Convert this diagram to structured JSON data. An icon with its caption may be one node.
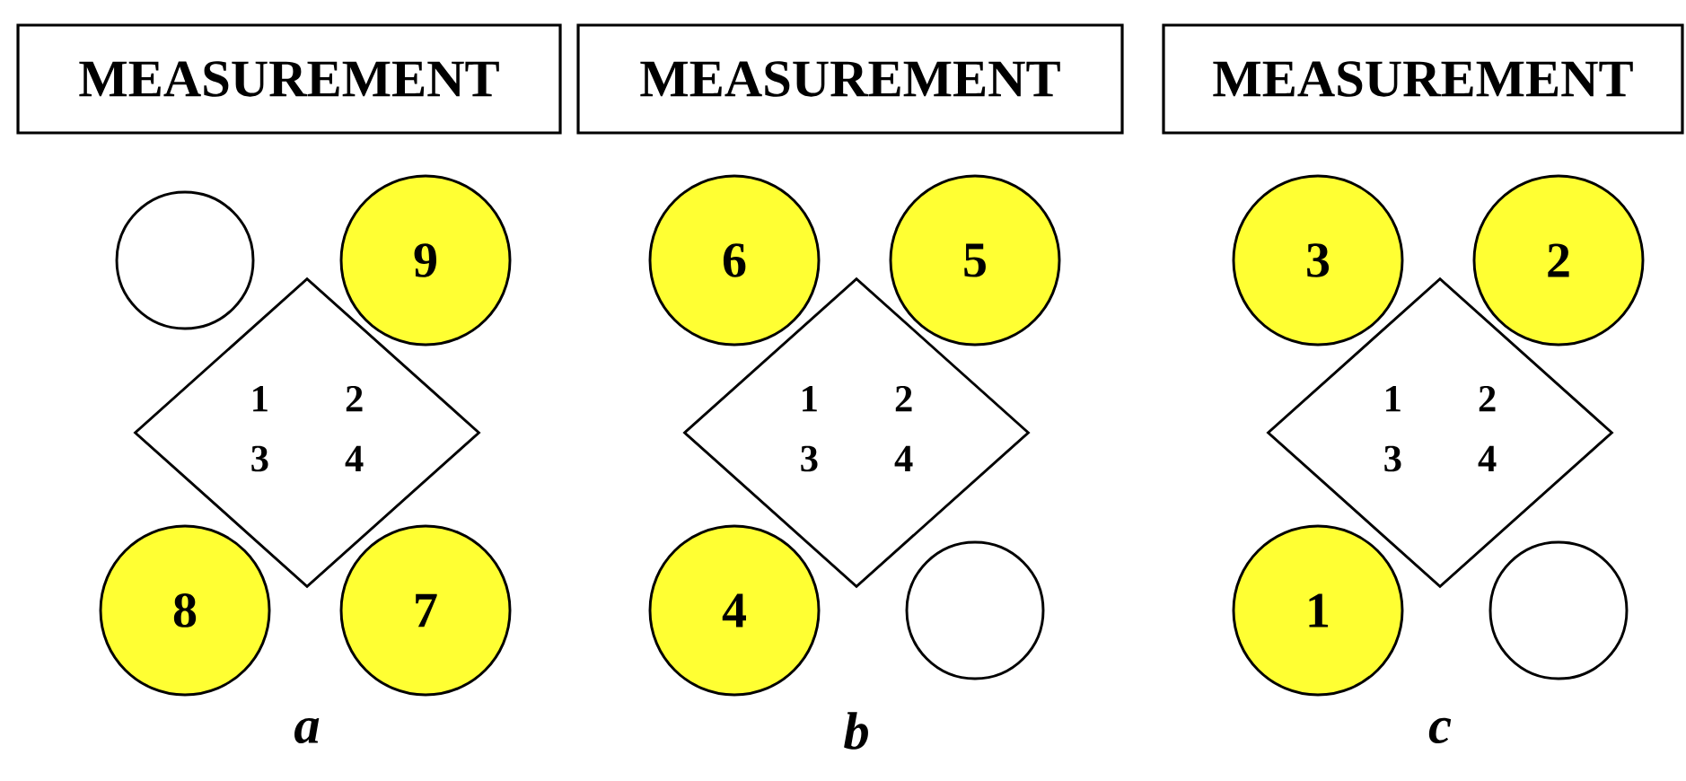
{
  "diagram": {
    "nodes": [
      {
        "text": [
          "MEASUREMENT"
        ]
      },
      {
        "text": [],
        "shape": "circle"
      },
      {
        "text": [
          "9"
        ]
      },
      {
        "text": [
          "1",
          "2",
          "3",
          "4"
        ]
      },
      {
        "text": [
          "8"
        ]
      },
      {
        "text": [
          "7"
        ]
      },
      {
        "text": [
          "MEASUREMENT"
        ]
      },
      {
        "text": [
          "6"
        ]
      },
      {
        "text": [
          "5"
        ]
      },
      {
        "text": [
          "1",
          "2",
          "3",
          "4"
        ]
      },
      {
        "text": [
          "4"
        ]
      },
      {
        "text": [],
        "shape": "circle"
      },
      {
        "text": [
          "MEASUREMENT"
        ]
      },
      {
        "text": [
          "3"
        ]
      },
      {
        "text": [
          "2"
        ]
      },
      {
        "text": [
          "1",
          "2",
          "3",
          "4"
        ]
      },
      {
        "text": [
          "1"
        ]
      },
      {
        "text": [],
        "shape": "circle"
      }
    ],
    "labels": [
      "a",
      "b",
      "c"
    ]
  }
}
